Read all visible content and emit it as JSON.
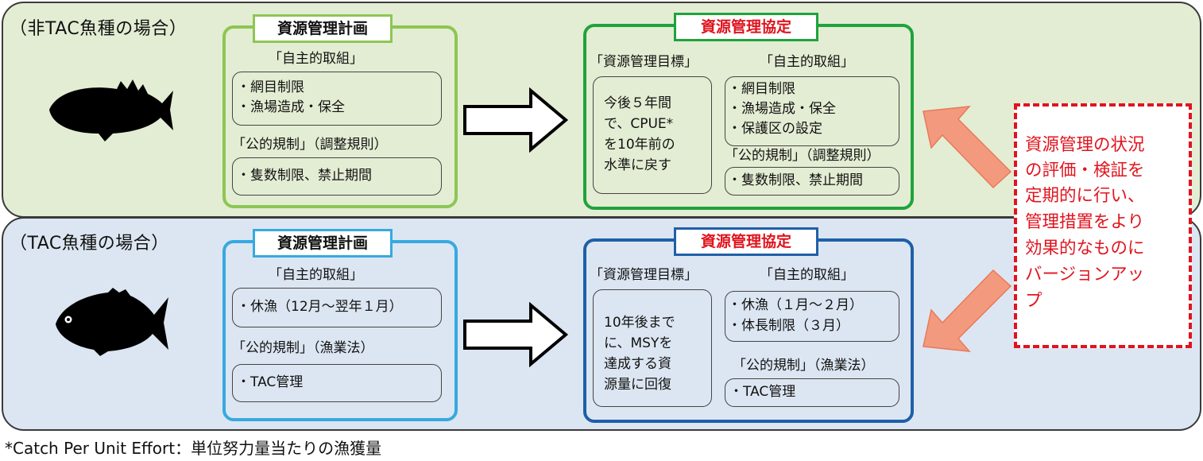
{
  "top": {
    "title": "（非TAC魚種の場合）",
    "plan": {
      "tag": "資源管理計画",
      "voluntary_label": "「自主的取組」",
      "voluntary_items": [
        "・網目制限",
        "・漁場造成・保全"
      ],
      "public_label": "「公的規制」（調整規則）",
      "public_items": [
        "・隻数制限、禁止期間"
      ]
    },
    "agreement": {
      "tag": "資源管理協定",
      "goal_label": "「資源管理目標」",
      "goal_lines": [
        "今後５年間",
        "で、CPUE*",
        "を10年前の",
        "水準に戻す"
      ],
      "voluntary_label": "「自主的取組」",
      "voluntary_items": [
        "・網目制限",
        "・漁場造成・保全",
        "・保護区の設定"
      ],
      "public_label": "「公的規制」（調整規則）",
      "public_items": [
        "・隻数制限、禁止期間"
      ]
    }
  },
  "bottom": {
    "title": "（TAC魚種の場合）",
    "plan": {
      "tag": "資源管理計画",
      "voluntary_label": "「自主的取組」",
      "voluntary_items": [
        "・休漁（12月～翌年１月）"
      ],
      "public_label": "「公的規制」（漁業法）",
      "public_items": [
        "・TAC管理"
      ]
    },
    "agreement": {
      "tag": "資源管理協定",
      "goal_label": "「資源管理目標」",
      "goal_lines": [
        "10年後まで",
        "に、MSYを",
        "達成する資",
        "源量に回復"
      ],
      "voluntary_label": "「自主的取組」",
      "voluntary_items": [
        "・休漁（１月～２月）",
        "・体長制限（３月）"
      ],
      "public_label": "「公的規制」（漁業法）",
      "public_items": [
        "・TAC管理"
      ]
    }
  },
  "note": {
    "lines": [
      "資源管理の状況",
      "の評価・検証を",
      "定期的に行い、",
      "管理措置をより",
      "効果的なものに",
      "バージョンアッ",
      "プ"
    ]
  },
  "footnote": "*Catch Per Unit Effort：単位努力量当たりの漁獲量",
  "colors": {
    "top_bg": "#e3edd3",
    "bottom_bg": "#dce6f2",
    "plan_green": "#8dc653",
    "agreement_green": "#1fa33c",
    "plan_blue": "#36a9e1",
    "agreement_blue": "#1f5fa8",
    "red": "#e0141e",
    "arrow_orange": "#f39a7e"
  }
}
